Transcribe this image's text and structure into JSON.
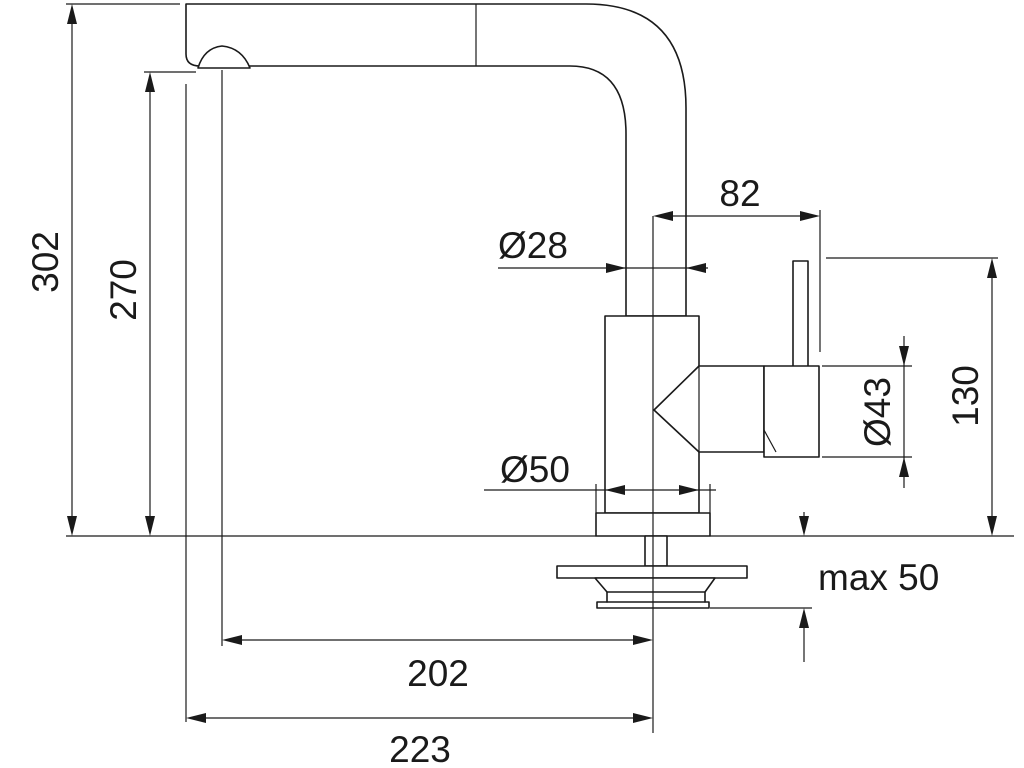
{
  "dimensions": {
    "overall_height": "302",
    "spout_height": "270",
    "reach_spout": "202",
    "reach_total": "223",
    "handle_offset": "82",
    "body_height": "130",
    "tube_diameter": "Ø28",
    "base_diameter": "Ø50",
    "handle_diameter": "Ø43",
    "mounting_thickness": "max 50"
  }
}
